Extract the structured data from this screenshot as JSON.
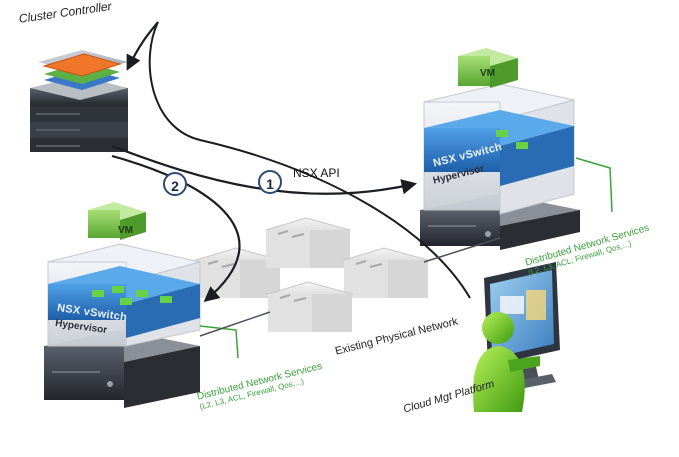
{
  "labels": {
    "cluster_controller": "Cluster Controller",
    "nsx_api": "NSX API",
    "step_1": "1",
    "step_2": "2",
    "existing_network": "Existing Physical Network",
    "cloud_platform": "Cloud Mgt Platform"
  },
  "host_left": {
    "vm": "VM",
    "vswitch": "NSX vSwitch",
    "hypervisor": "Hypervisor",
    "services_title": "Distributed Network Services",
    "services_detail": "(L2, L3, ACL, Firewall, Qos,...)"
  },
  "host_right": {
    "vm": "VM",
    "vswitch": "NSX vSwitch",
    "hypervisor": "Hypervisor",
    "services_title": "Distributed Network Services",
    "services_detail": "(L2, L3, ACL, Firewall, Qos,...)"
  },
  "colors": {
    "vm_green": "#7ec846",
    "vswitch_blue": "#2f7fc6",
    "server_dark": "#3a3f49",
    "service_green": "#3aa33a",
    "arrow": "#1b1d22"
  }
}
